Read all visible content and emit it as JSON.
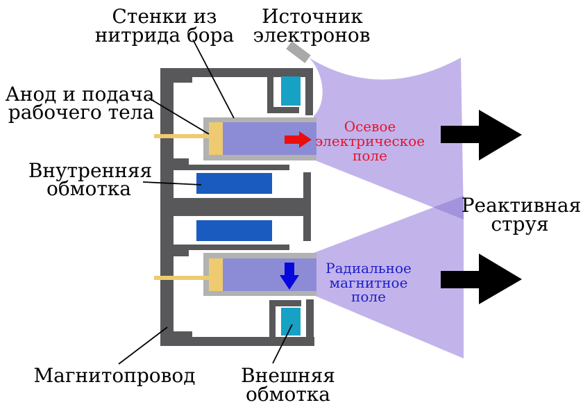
{
  "diagram": {
    "title": "Hall-effect thruster schematic (Russian labels)",
    "labels": {
      "walls": {
        "line1": "Стенки из",
        "line2": "нитрида бора"
      },
      "electron_source": {
        "line1": "Источник",
        "line2": "электронов"
      },
      "anode": {
        "line1": "Анод и подача",
        "line2": "рабочего тела"
      },
      "inner_coil": {
        "line1": "Внутренняя",
        "line2": "обмотка"
      },
      "electric_field": {
        "line1": "Осевое",
        "line2": "электрическое",
        "line3": "поле"
      },
      "magnetic_field": {
        "line1": "Радиальное",
        "line2": "магнитное",
        "line3": "поле"
      },
      "jet": {
        "line1": "Реактивная",
        "line2": "струя"
      },
      "magnetic_circuit": {
        "line1": "Магнитопровод"
      },
      "outer_coil": {
        "line1": "Внешняя",
        "line2": "обмотка"
      }
    },
    "colors": {
      "frame_gray": "#58585a",
      "channel_wall_gray": "#b2b2b2",
      "channel_purple": "#8c8cd6",
      "plume_purple": "#c2b4ea",
      "plume_overlap_purple": "#a293dc",
      "anode_yellow": "#eecb70",
      "inner_coil_blue": "#1a5bc0",
      "outer_coil_teal": "#17a1c4",
      "electric_field_red": "#e8112d",
      "magnetic_field_blue": "#1d1dcb",
      "jet_arrow_black": "#000000",
      "electron_source_gray": "#a9a9a9"
    }
  }
}
